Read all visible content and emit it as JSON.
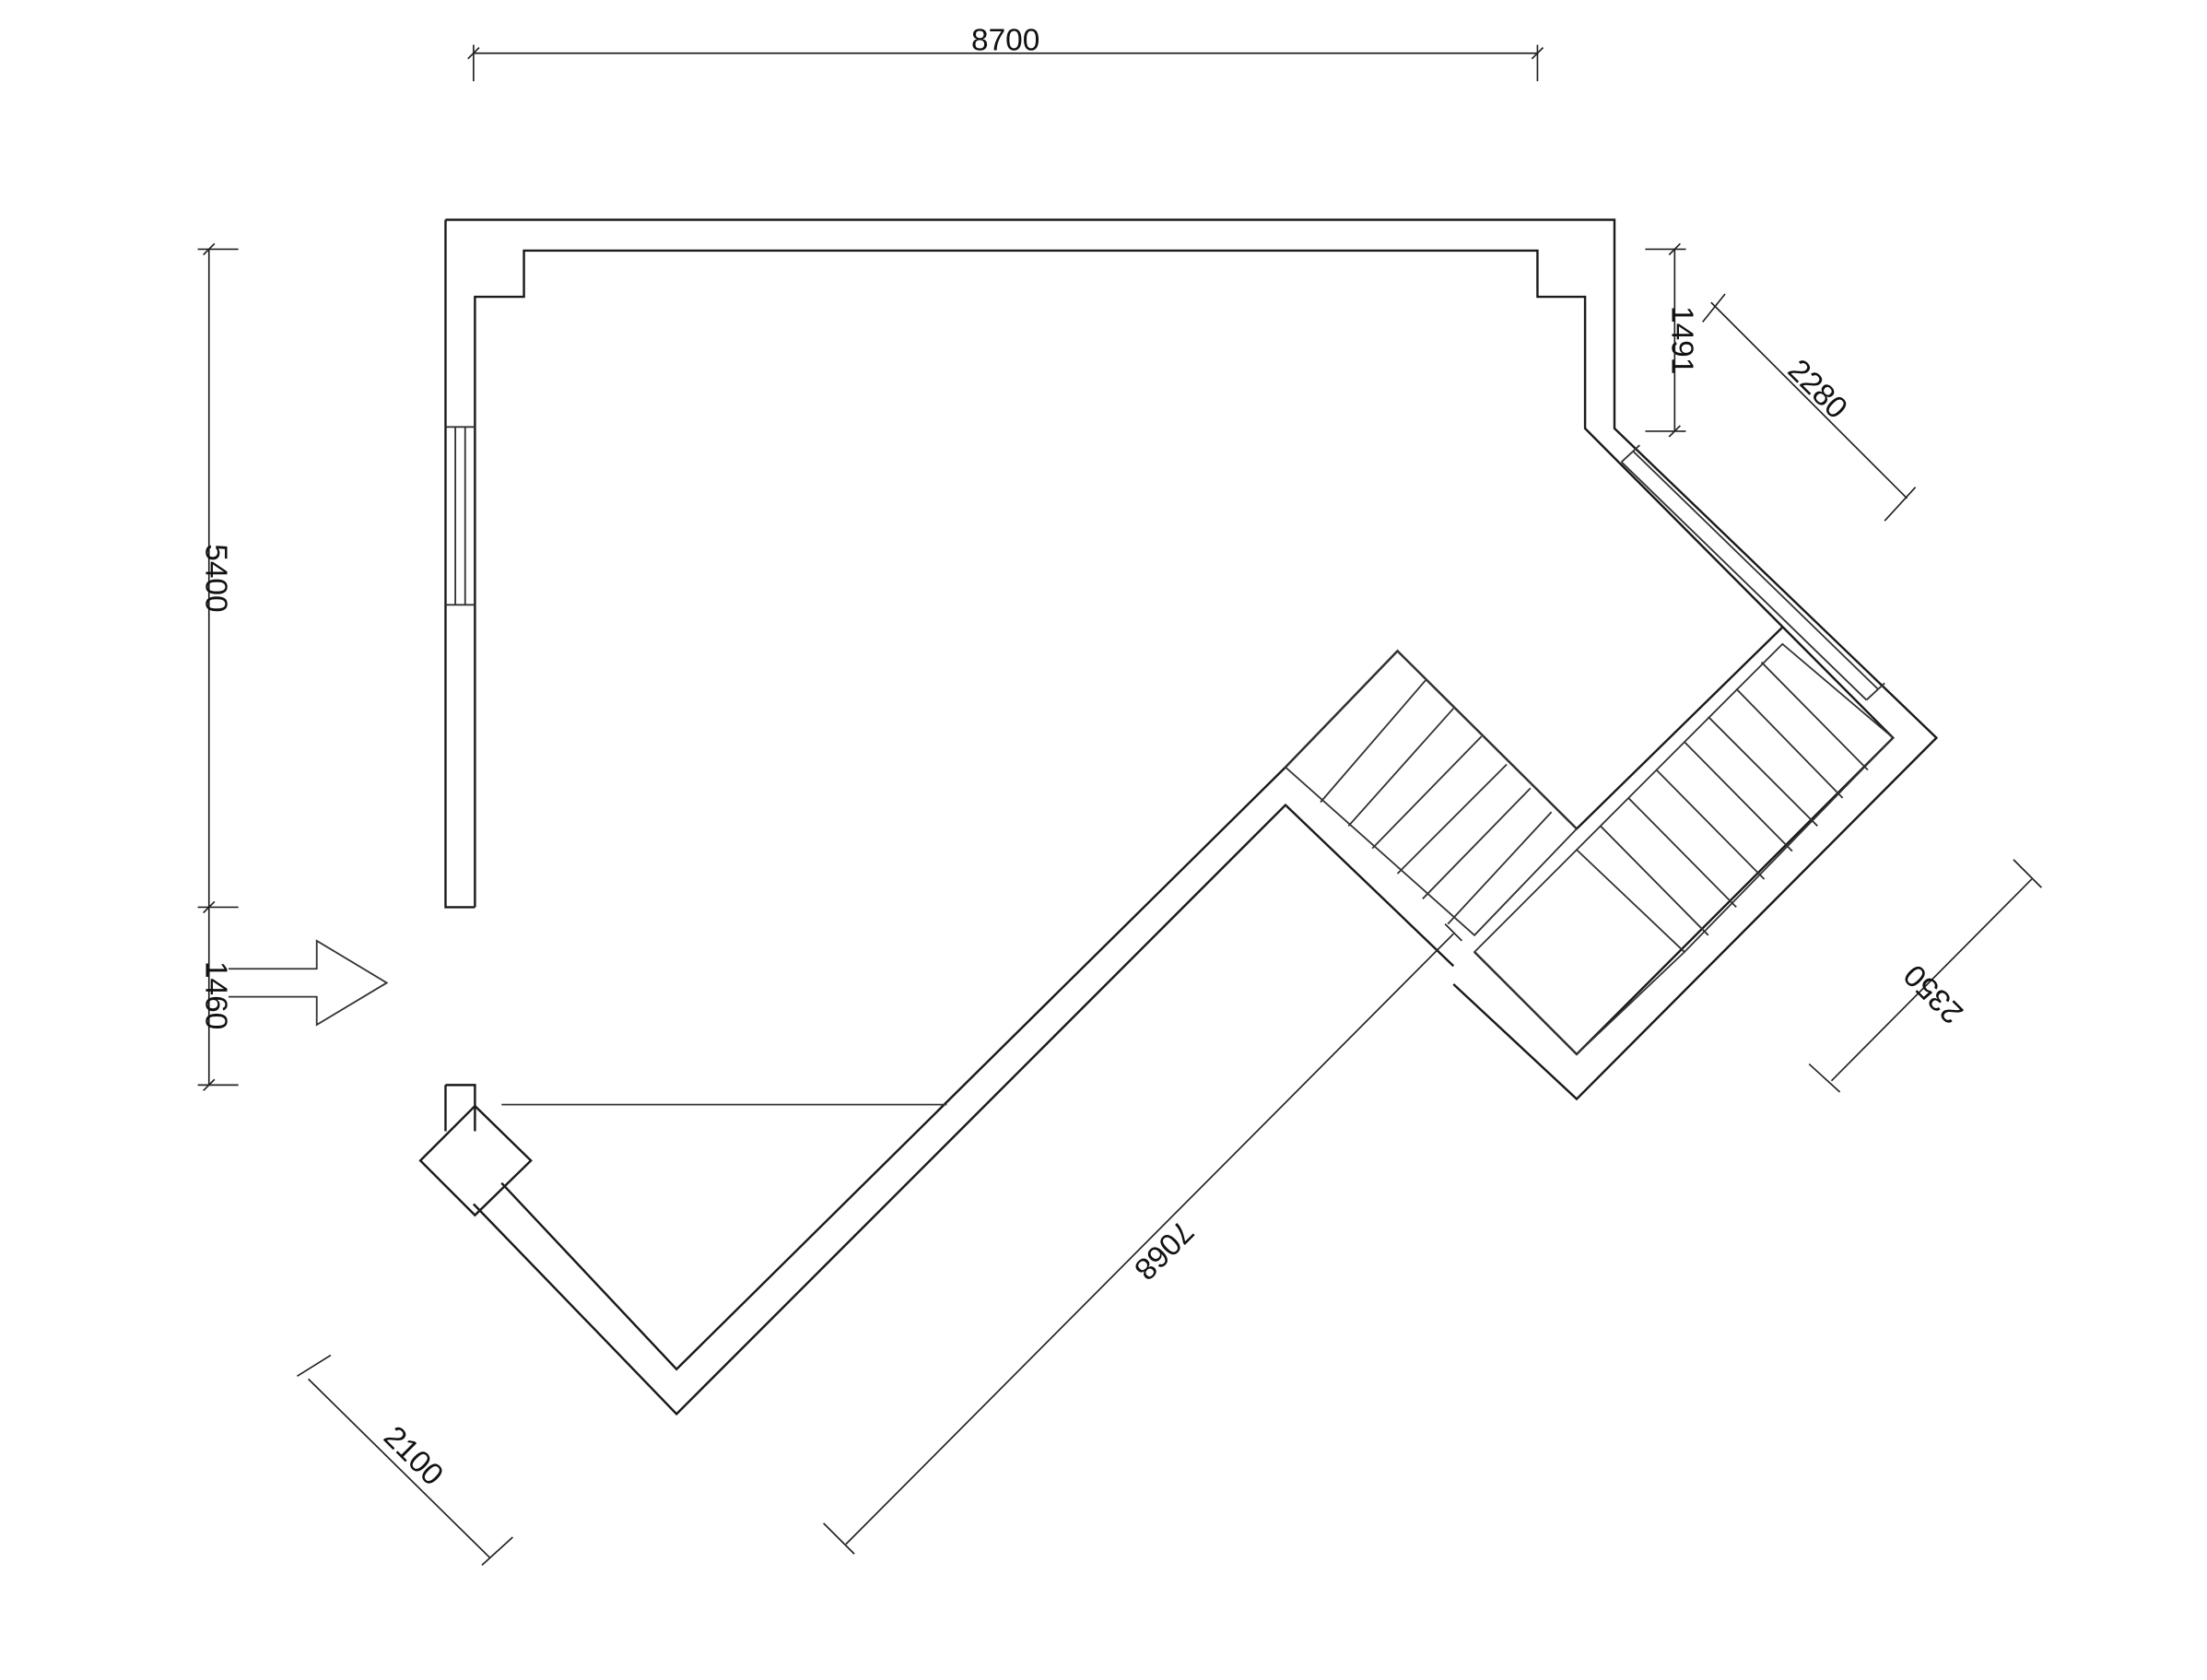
{
  "plan": {
    "dimensions": {
      "top_width": "8700",
      "left_height": "5400",
      "entry_opening": "1460",
      "right_short": "1491",
      "right_diagonal": "2280",
      "bottom_right_diagonal": "2350",
      "bottom_left_diagonal": "2100",
      "bottom_long_diagonal": "7068"
    },
    "colors": {
      "line": "#1a1a1a",
      "background": "#ffffff"
    }
  }
}
